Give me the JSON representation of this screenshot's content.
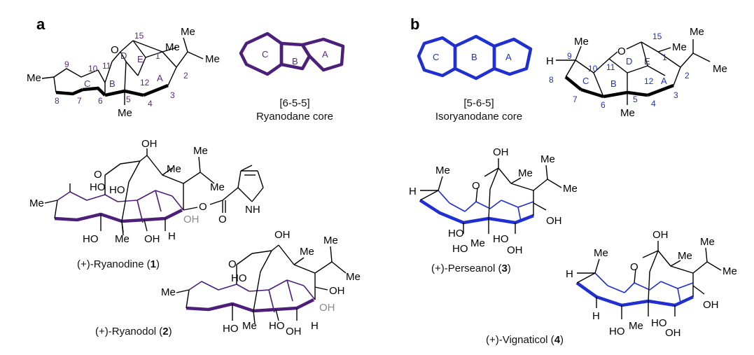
{
  "panels": {
    "a": "a",
    "b": "b"
  },
  "colors": {
    "ryanodane": "#4b1f7a",
    "isoryanodane": "#1f2fd1",
    "bond": "#000000"
  },
  "labels": {
    "ryan_core_type": "[6-5-5]",
    "ryan_core_name": "Ryanodane core",
    "isoryan_core_type": "[5-6-5]",
    "isoryan_core_name": "Isoryanodane core"
  },
  "rings": {
    "ryan_C": "C",
    "ryan_B": "B",
    "ryan_A": "A",
    "iso_C": "C",
    "iso_B": "B",
    "iso_A": "A"
  },
  "scaffold_a": {
    "me_top": "Me",
    "me_right": "Me",
    "me_1": "Me",
    "me_left": "Me",
    "me_5": "Me",
    "O": "O",
    "n15": "15",
    "n1": "1",
    "n2": "2",
    "n3": "3",
    "n4": "4",
    "n5": "5",
    "n6": "6",
    "n7": "7",
    "n8": "8",
    "n9": "9",
    "n10": "10",
    "n11": "11",
    "n12": "12",
    "rD": "D",
    "rE": "E",
    "rC": "C",
    "rB": "B",
    "rA": "A"
  },
  "scaffold_b": {
    "me_top": "Me",
    "me_right": "Me",
    "me_1": "Me",
    "me_9": "Me",
    "me_5": "Me",
    "H": "H",
    "O": "O",
    "n15": "15",
    "n1": "1",
    "n2": "2",
    "n3": "3",
    "n4": "4",
    "n5": "5",
    "n6": "6",
    "n7": "7",
    "n8": "8",
    "n9": "9",
    "n10": "10",
    "n11": "11",
    "n12": "12",
    "rD": "D",
    "rE": "E",
    "rC": "C",
    "rB": "B",
    "rA": "A"
  },
  "ryanodine": {
    "OH_top": "OH",
    "HO_1": "HO",
    "O_ring": "O",
    "HO_2": "HO",
    "Me_a": "Me",
    "Me_b": "Me",
    "Me_c": "Me",
    "Me_left": "Me",
    "O_ester": "O",
    "OH_grey": "OH",
    "O_carbonyl": "O",
    "NH": "NH",
    "HO_bl": "HO",
    "Me_bot": "Me",
    "OH_bot": "OH",
    "H_bot": "H",
    "caption_pre": "(+)-Ryanodine (",
    "caption_num": "1",
    "caption_post": ")"
  },
  "ryanodol": {
    "OH_top": "OH",
    "O_ring": "O",
    "HO_1": "HO",
    "Me_a": "Me",
    "Me_b": "Me",
    "Me_c": "Me",
    "Me_left": "Me",
    "OH_right": "OH",
    "OH_grey": "OH",
    "HO_bl": "HO",
    "Me_bot": "Me",
    "HO_mid": "HO",
    "OH_bot": "OH",
    "H_bot": "H",
    "caption_pre": "(+)-Ryanodol (",
    "caption_num": "2",
    "caption_post": ")"
  },
  "perseanol": {
    "OH_top": "OH",
    "Me_left": "Me",
    "O_ring": "O",
    "Me_a": "Me",
    "Me_b": "Me",
    "Me_c": "Me",
    "H": "H",
    "OH_right": "OH",
    "HO_1": "HO",
    "HO_2": "HO",
    "Me_bot": "Me",
    "HO_3": "HO",
    "OH_bot": "OH",
    "caption_pre": "(+)-Perseanol (",
    "caption_num": "3",
    "caption_post": ")"
  },
  "vignaticol": {
    "OH_top": "OH",
    "Me_left": "Me",
    "O_ring": "O",
    "Me_a": "Me",
    "Me_b": "Me",
    "Me_c": "Me",
    "H": "H",
    "OH_right": "OH",
    "H_bot": "H",
    "HO_1": "HO",
    "Me_bot": "Me",
    "HO_2": "HO",
    "OH_bot": "OH",
    "caption_pre": "(+)-Vignaticol (",
    "caption_num": "4",
    "caption_post": ")"
  }
}
